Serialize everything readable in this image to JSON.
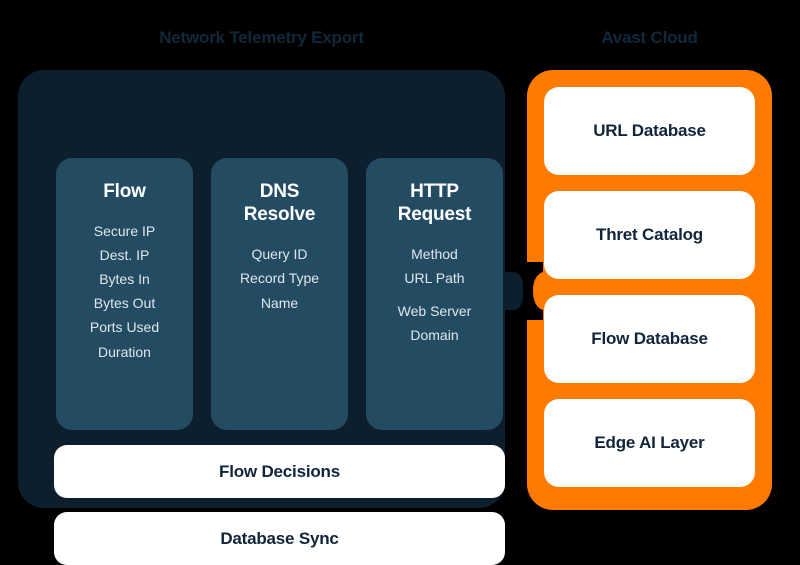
{
  "colors": {
    "background": "#000000",
    "panel_dark": "#0d1f2d",
    "panel_dark_inner": "#234c63",
    "panel_orange": "#ff7a00",
    "card_white": "#ffffff",
    "text_dark": "#11253a",
    "text_light": "#dfe6eb",
    "title": "#10283c"
  },
  "left_section": {
    "title": "Network Telemetry Export",
    "columns": [
      {
        "heading": "Flow",
        "items": [
          "Secure IP",
          "Dest. IP",
          "Bytes In",
          "Bytes Out",
          "Ports Used",
          "Duration"
        ]
      },
      {
        "heading": "DNS Resolve",
        "heading_line1": "DNS",
        "heading_line2": "Resolve",
        "items": [
          "Query ID",
          "Record Type",
          "Name"
        ]
      },
      {
        "heading": "HTTP Request",
        "heading_line1": "HTTP",
        "heading_line2": "Request",
        "items": [
          "Method",
          "URL Path",
          "",
          "Web Server",
          "Domain"
        ]
      }
    ],
    "bars": [
      {
        "label": "Flow Decisions"
      },
      {
        "label": "Database Sync"
      }
    ]
  },
  "right_section": {
    "title": "Avast Cloud",
    "cards": [
      {
        "label": "URL Database"
      },
      {
        "label": "Thret Catalog"
      },
      {
        "label": "Flow Database"
      },
      {
        "label": "Edge AI Layer"
      }
    ]
  },
  "connector": {
    "name": "arrow-connector",
    "direction": "left-to-right"
  }
}
